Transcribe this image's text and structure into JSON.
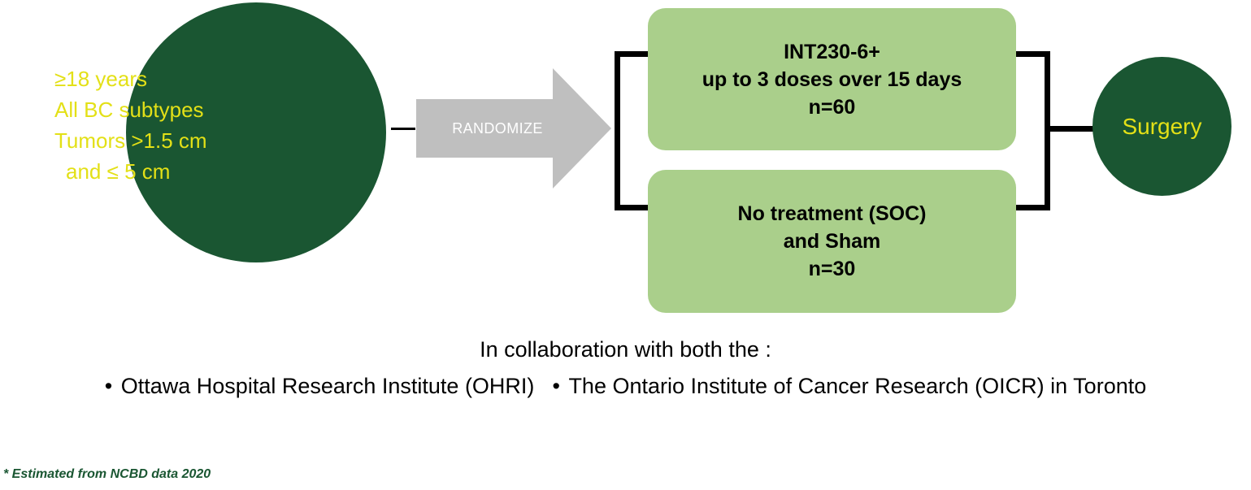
{
  "diagram": {
    "type": "clinical-trial-flow",
    "eligibility": {
      "criteria": [
        {
          "text": "≥18 years",
          "bulleted": true
        },
        {
          "text": "All BC subtypes",
          "bulleted": true
        },
        {
          "text": "Tumors >1.5 cm",
          "bulleted": true
        },
        {
          "text": "and ≤ 5 cm",
          "bulleted": false
        }
      ]
    },
    "randomization": {
      "label": "RANDOMIZE"
    },
    "arms": [
      {
        "id": "treatment",
        "lines": [
          "INT230-6+",
          "up to 3 doses over 15 days",
          "n=60"
        ],
        "n": 60
      },
      {
        "id": "control",
        "lines": [
          "No treatment (SOC)",
          "and Sham",
          "n=30"
        ],
        "n": 30
      }
    ],
    "endpoint": {
      "label": "Surgery"
    },
    "collaboration": {
      "heading": "In collaboration with both the :",
      "partners": [
        "Ottawa Hospital Research Institute (OHRI)",
        "The Ontario Institute of Cancer Research (OICR) in Toronto"
      ]
    },
    "footnote": "* Estimated from NCBD data 2020",
    "colors": {
      "dark_green": "#1A5632",
      "yellow": "#E3E017",
      "light_green": "#AACF8B",
      "arrow_gray": "#BFBFBF",
      "connector_black": "#000000",
      "background": "#FFFFFF"
    }
  }
}
